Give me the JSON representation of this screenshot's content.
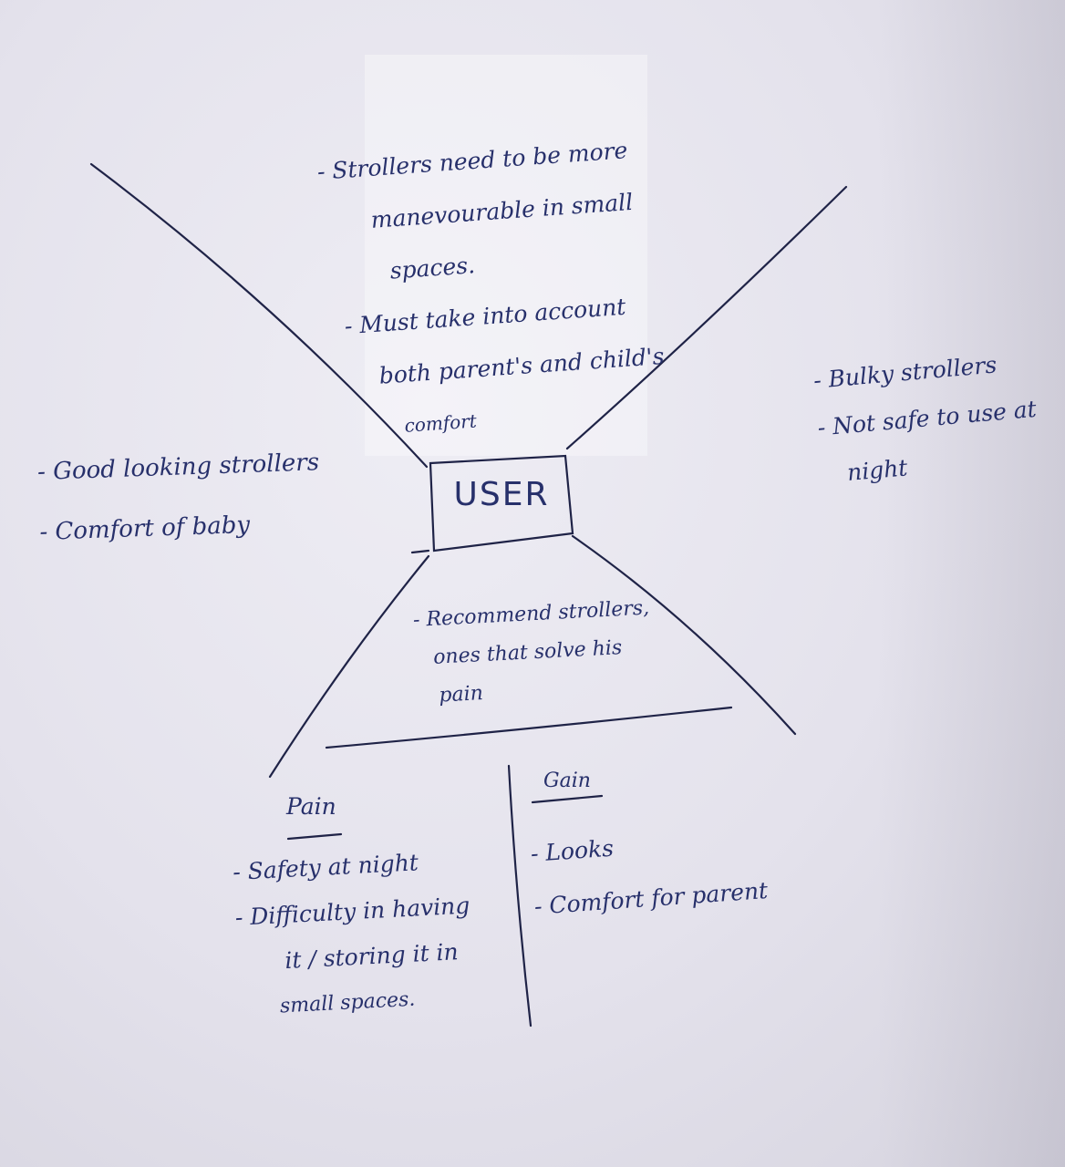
{
  "center": {
    "label": "USER"
  },
  "top": {
    "items": [
      "- Strollers need to be more",
      "manevourable in small",
      "spaces.",
      "- Must take into account",
      "both parent's and child's",
      "comfort"
    ]
  },
  "left": {
    "items": [
      "- Good looking strollers",
      "- Comfort of baby"
    ]
  },
  "right": {
    "items": [
      "- Bulky strollers",
      "- Not safe to use at",
      "night"
    ]
  },
  "bottom": {
    "items": [
      "- Recommend strollers,",
      "ones that solve his",
      "pain"
    ]
  },
  "pain": {
    "heading": "Pain",
    "items": [
      "- Safety at night",
      "- Difficulty in having",
      "it / storing it in",
      "small spaces."
    ]
  },
  "gain": {
    "heading": "Gain",
    "items": [
      "- Looks",
      "- Comfort for parent"
    ]
  },
  "colors": {
    "ink": "#27306b",
    "paper": "#e8e7f0"
  }
}
